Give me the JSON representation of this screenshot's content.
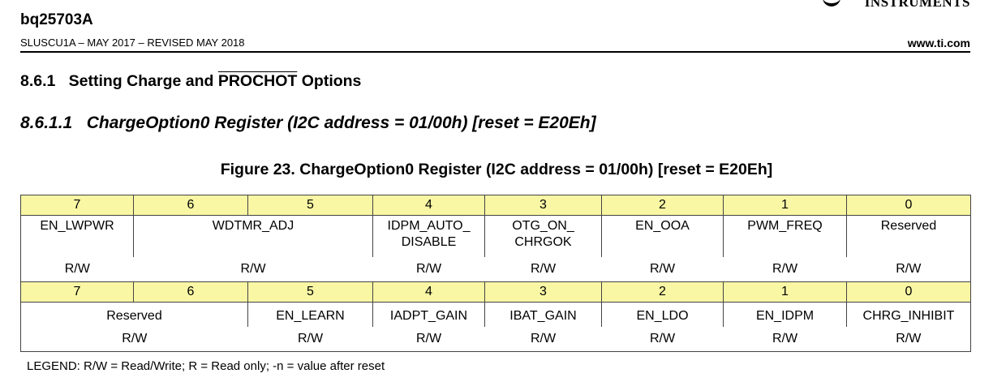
{
  "header": {
    "part": "bq25703A",
    "doc": "SLUSCU1A – MAY 2017 – REVISED MAY 2018",
    "url": "www.ti.com",
    "logo": "INSTRUMENTS"
  },
  "section": {
    "number": "8.6.1",
    "title_pre": "Setting Charge and ",
    "title_overline": "PROCHOT",
    "title_post": " Options"
  },
  "subsection": "8.6.1.1   ChargeOption0 Register (I2C address = 01/00h) [reset = E20Eh]",
  "figure_caption": "Figure 23.  ChargeOption0 Register (I2C address = 01/00h) [reset = E20Eh]",
  "register": {
    "bits": [
      "7",
      "6",
      "5",
      "4",
      "3",
      "2",
      "1",
      "0"
    ],
    "high": {
      "names": [
        "EN_LWPWR",
        "WDTMR_ADJ",
        "IDPM_AUTO_ DISABLE",
        "OTG_ON_ CHRGOK",
        "EN_OOA",
        "PWM_FREQ",
        "Reserved"
      ],
      "access": [
        "R/W",
        "R/W",
        "R/W",
        "R/W",
        "R/W",
        "R/W",
        "R/W"
      ]
    },
    "low": {
      "names": [
        "Reserved",
        "EN_LEARN",
        "IADPT_GAIN",
        "IBAT_GAIN",
        "EN_LDO",
        "EN_IDPM",
        "CHRG_INHIBIT"
      ],
      "access": [
        "R/W",
        "R/W",
        "R/W",
        "R/W",
        "R/W",
        "R/W",
        "R/W"
      ]
    }
  },
  "legend": "LEGEND: R/W = Read/Write; R = Read only; -n = value after reset"
}
